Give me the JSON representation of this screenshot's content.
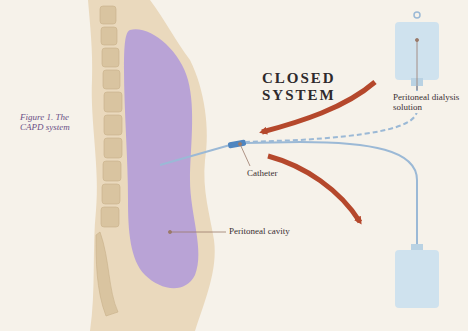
{
  "diagram": {
    "title": "CLOSED SYSTEM",
    "caption": "Figure 1. The CAPD system",
    "labels": [
      "Peritoneal dialysis solution",
      "Catheter",
      "Peritoneal cavity"
    ]
  }
}
